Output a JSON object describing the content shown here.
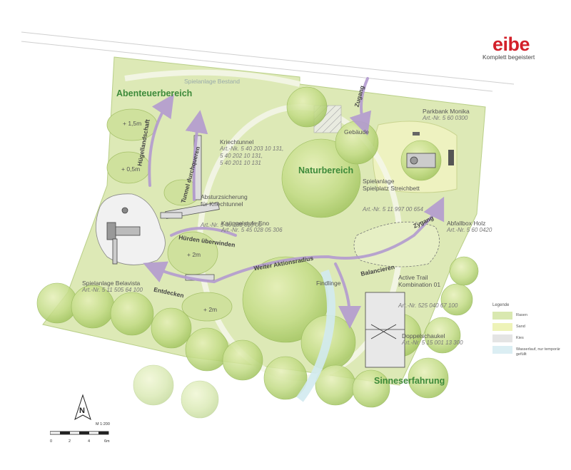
{
  "brand": {
    "name": "eibe",
    "tagline": "Komplett begeistert",
    "color": "#d3202a"
  },
  "areas": {
    "abenteuer": "Abenteuerbereich",
    "natur": "Naturbereich",
    "sinne": "Sinneserfahrung"
  },
  "labels": {
    "spielanlage_bestand": "Spielanlage Bestand",
    "zugang": "Zugang",
    "gebaeude": "Gebäude",
    "huegel_1_5": "+ 1,5m",
    "huegel_0_5": "+ 0,5m",
    "huegel_2m_a": "+ 2m",
    "huegel_2m_b": "+ 2m",
    "huegellandschaft": "Hügellandschaft",
    "tunnel_durchqueren": "Tunnel durchqueren",
    "huerden": "Hürden überwinden",
    "entdecken": "Entdecken",
    "aktionsradius": "Weiter Aktionsradius",
    "balancieren": "Balancieren",
    "zygang": "Zygang",
    "findlinge": "Findlinge"
  },
  "items": [
    {
      "id": "parkbank",
      "name": "Parkbank Monika",
      "art": [
        "Art.-Nr. 5 60 0300"
      ]
    },
    {
      "id": "kriechtunnel",
      "name": "Kriechtunnel",
      "art": [
        "Art.-Nk. 5 40 203 10 131,",
        "5 40 202 10 131,",
        "5 40 201 10 131"
      ]
    },
    {
      "id": "absturz",
      "name": "Absturzsicherung\nfür Kriechtunnel",
      "art": [
        "Art.-Nr. 5 40 198 010 00"
      ]
    },
    {
      "id": "knueppelstufe",
      "name": "Knüppelstufe Eno",
      "art": [
        "Art.-Nr. 5 45 028 05 306"
      ]
    },
    {
      "id": "spielanlage",
      "name": "Spielanlage\nSpielplatz Streichbett",
      "art": [
        "Art.-Nr. 5 11 997 00 654"
      ]
    },
    {
      "id": "abfallbox",
      "name": "Abfallbox Holz",
      "art": [
        "Art.-Nr. 5 60 0420"
      ]
    },
    {
      "id": "activetrail",
      "name": "Active Trail\nKombination 01",
      "art": [
        "Art.-Nr. 525 040 67 100"
      ]
    },
    {
      "id": "belavista",
      "name": "Spielanlage Belavista",
      "art": [
        "Art.-Nr. 5 11 505 64 100"
      ]
    },
    {
      "id": "doppelschaukel",
      "name": "Doppelschaukel",
      "art": [
        "Art.-Nr. 5 15 001 13 300"
      ]
    }
  ],
  "legend": {
    "title": "Legende",
    "entries": [
      {
        "label": "Rasen",
        "color": "#d9e8b0"
      },
      {
        "label": "Sand",
        "color": "#eef3b8"
      },
      {
        "label": "Kies",
        "color": "#e4e4e4"
      },
      {
        "label": "Wasserlauf, nur temporär gefüllt",
        "color": "#dbeef3"
      }
    ]
  },
  "north": "N",
  "scale": {
    "label": "M 1:200",
    "ticks": [
      "0",
      "2",
      "4",
      "6m"
    ]
  },
  "colors": {
    "grass": "#d9e8b0",
    "tree": "#b9d47a",
    "path": "#f2f5e6",
    "arrow": "#b39bd0"
  }
}
